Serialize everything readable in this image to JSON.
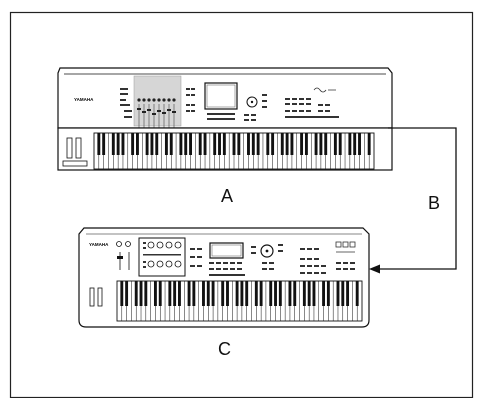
{
  "labels": {
    "a": "A",
    "b": "B",
    "c": "C"
  },
  "brand": "YAMAHA",
  "colors": {
    "line": "#111111",
    "body": "#ffffff",
    "panel": "#cfcfcf",
    "black_key": "#111111"
  }
}
